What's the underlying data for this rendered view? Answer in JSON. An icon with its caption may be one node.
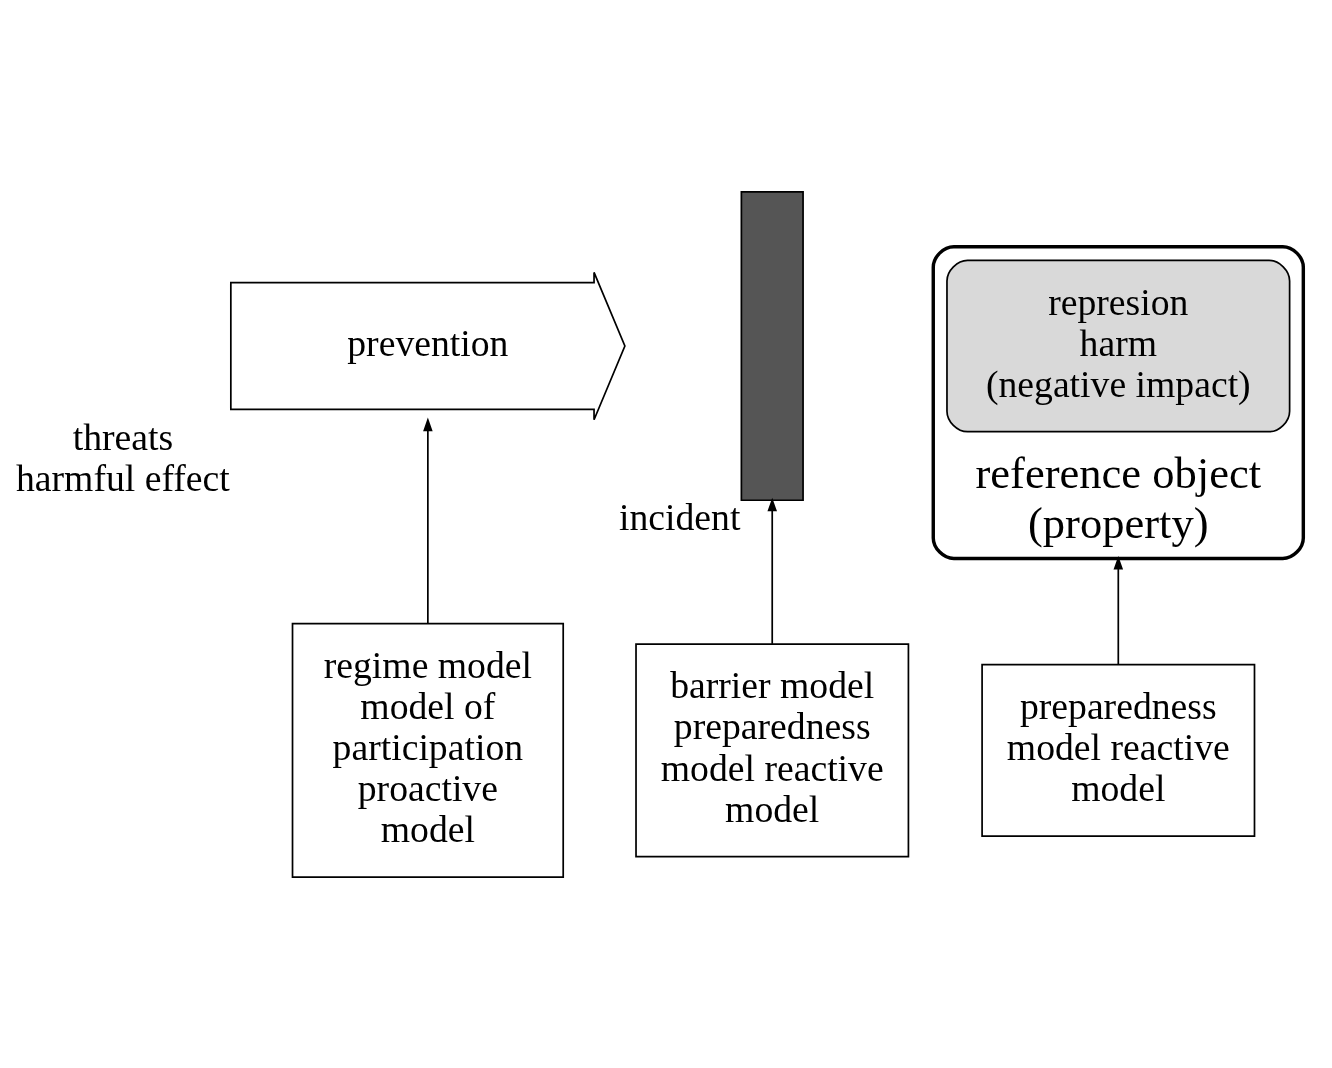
{
  "diagram": {
    "nodes": [
      {
        "text": [
          "prevention"
        ],
        "beside": [
          "threats",
          "harmful effect"
        ]
      },
      {
        "text": [],
        "shape": "bar",
        "beside": [
          "incident"
        ]
      },
      {
        "text": [
          "reference object",
          "(property)"
        ]
      },
      {
        "text": [
          "represion",
          "harm",
          "(negative impact)"
        ],
        "in": 2
      },
      {
        "text": [
          "regime model model of participation proactive model"
        ]
      },
      {
        "text": [
          "barrier model preparedness model reactive model"
        ]
      },
      {
        "text": [
          "preparedness model reactive model"
        ]
      }
    ],
    "edges": [
      {
        "from": 4,
        "to": 0,
        "arrow": "to"
      },
      {
        "from": 5,
        "to": 1,
        "arrow": "to"
      },
      {
        "from": 6,
        "to": 2,
        "arrow": "to"
      }
    ]
  }
}
